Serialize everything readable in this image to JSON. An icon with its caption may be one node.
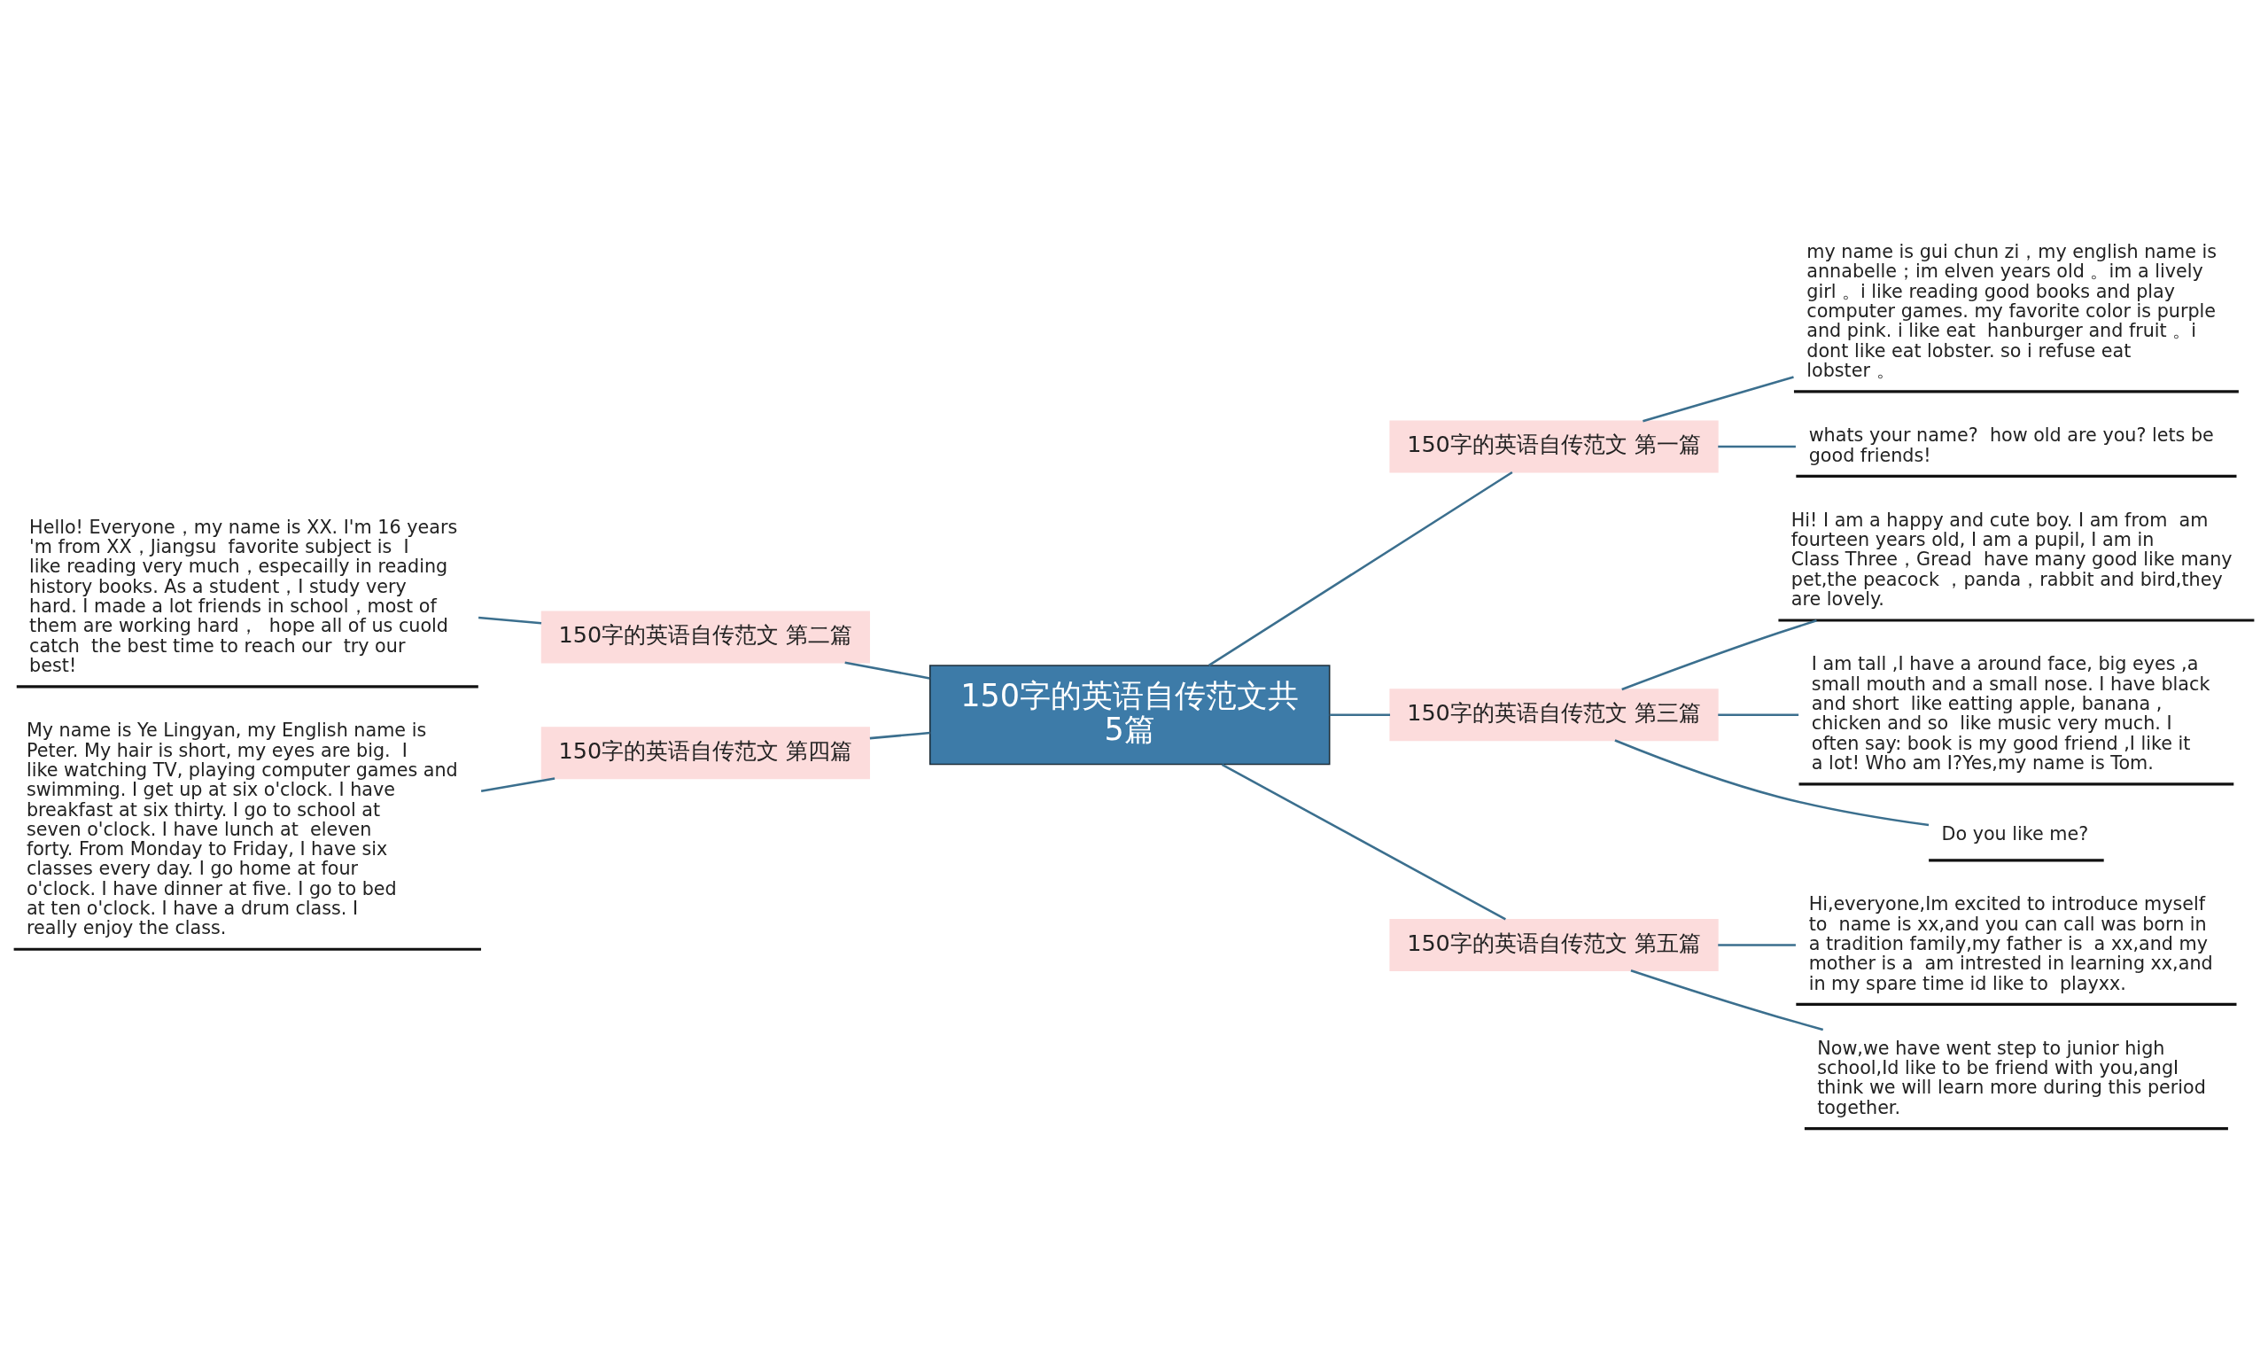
{
  "diagram": {
    "nodes": [
      {
        "text": [
          "150字的英语自传范文共5篇"
        ]
      },
      {
        "text": [
          "150字的英语自传范文 第一篇"
        ]
      },
      {
        "text": [
          "my name is gui chun zi，my english name is annabelle；im elven years old 。im a lively girl 。i like reading good books and play computer games. my favorite color is purple and pink. i like eat  hanburger and fruit 。i dont like eat lobster. so i refuse eat lobster 。"
        ]
      },
      {
        "text": [
          "whats your name?  how old are you? lets be good friends!"
        ]
      },
      {
        "text": [
          "150字的英语自传范文 第二篇"
        ]
      },
      {
        "text": [
          "Hello! Everyone，my name is XX. I'm 16 years 'm from XX，Jiangsu  favorite subject is  I like reading very much，especailly in reading history books. As a student，I study very hard. I made a lot friends in school，most of them are working hard，  hope all of us cuold catch  the best time to reach our  try our best!"
        ]
      },
      {
        "text": [
          "150字的英语自传范文 第三篇"
        ]
      },
      {
        "text": [
          "Hi! I am a happy and cute boy. I am from  am fourteen years old, I am a pupil, I am in Class Three，Gread  have many good like many pet,the peacock ，panda，rabbit and bird,they are lovely."
        ]
      },
      {
        "text": [
          "I am tall ,I have a around face, big eyes ,a small mouth and a small nose. I have black and short  like eatting apple, banana , chicken and so  like music very much. I often say: book is my good friend ,I like it a lot! Who am I?Yes,my name is Tom."
        ]
      },
      {
        "text": [
          "Do you like me?"
        ]
      },
      {
        "text": [
          "150字的英语自传范文 第四篇"
        ]
      },
      {
        "text": [
          "My name is Ye Lingyan, my English name is Peter. My hair is short, my eyes are big.  I like watching TV, playing computer games and swimming. I get up at six o'clock. I have breakfast at six thirty. I go to school at seven o'clock. I have lunch at  eleven forty. From Monday to Friday, I have six classes every day. I go home at four o'clock. I have dinner at five. I go to bed at ten o'clock. I have a drum class. I really enjoy the class."
        ]
      },
      {
        "text": [
          "150字的英语自传范文 第五篇"
        ]
      },
      {
        "text": [
          "Hi,everyone,Im excited to introduce myself to  name is xx,and you can call was born in a tradition family,my father is  a xx,and my mother is a  am intrested in learning xx,and in my spare time id like to  playxx."
        ]
      },
      {
        "text": [
          "Now,we have went step to junior high school,Id like to be friend with you,angI think we will learn more during this period together."
        ]
      }
    ],
    "edges": [
      {
        "from": 0,
        "to": 1,
        "arrow": "none"
      },
      {
        "from": 1,
        "to": 2,
        "arrow": "none"
      },
      {
        "from": 1,
        "to": 3,
        "arrow": "none"
      },
      {
        "from": 0,
        "to": 4,
        "arrow": "none"
      },
      {
        "from": 4,
        "to": 5,
        "arrow": "none"
      },
      {
        "from": 0,
        "to": 6,
        "arrow": "none"
      },
      {
        "from": 6,
        "to": 7,
        "arrow": "none"
      },
      {
        "from": 6,
        "to": 8,
        "arrow": "none"
      },
      {
        "from": 6,
        "to": 9,
        "arrow": "none"
      },
      {
        "from": 0,
        "to": 10,
        "arrow": "none"
      },
      {
        "from": 10,
        "to": 11,
        "arrow": "none"
      },
      {
        "from": 0,
        "to": 12,
        "arrow": "none"
      },
      {
        "from": 12,
        "to": 13,
        "arrow": "none"
      },
      {
        "from": 12,
        "to": 14,
        "arrow": "none"
      }
    ]
  }
}
